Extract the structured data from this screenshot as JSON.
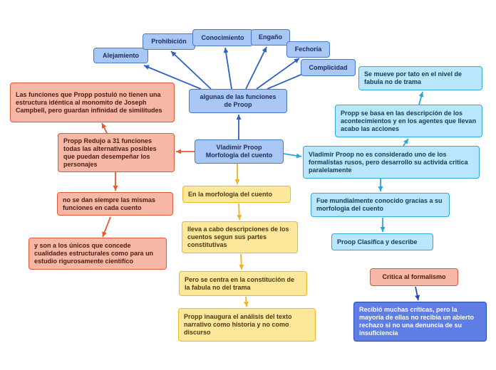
{
  "colors": {
    "blue_edge": "#2d5fc4",
    "cyan_edge": "#2aa7df",
    "salmon_edge": "#e55a2b",
    "yellow_edge": "#f1b224",
    "navy_edge": "#1f49b5"
  },
  "nodes": {
    "vladimir": "Vladimir Proop\nMorfologia del cuento",
    "algunas": "algunas de las funciones\nde  Proop",
    "alejamiento": "Alejamiento",
    "prohibicion": "Prohibición",
    "conocimiento": "Conocimiento",
    "engano": "Engaño",
    "fechoria": "Fechoria",
    "complicidad": "Complicidad",
    "las_funciones": "Las funciones que Propp postuló no tienen una estructura idéntica al monomito de Joseph Campbell, pero guardan infinidad de similitudes",
    "redujo": "Propp Redujo a 31 funciones todas las alternativas posibles que puedan desempeñar los personajes",
    "no_se_dan": "no se dan siempre las mismas funciones en cada cuento",
    "unicos": "y son a los únicos que concede cualidades estructurales como para un estudio rigurosamente cientifico",
    "morfologia": "En la morfologia del cuento",
    "lleva": "lleva a cabo descripciones de los cuentos segun sus partes constitutivas",
    "centra": "Pero se centra en la constitución de la fabula no del trama",
    "inaugura": "Propp inaugura el análisis del texto narrativo como historia y no como discurso",
    "mueve": "Se mueve por tato en el nivel de fabula no de trama",
    "basa": "Propp se basa en las descripción de los acontecimientos y en los agentes que llevan acabo las acciones",
    "no_considerado": "Vladimir Proop no es considerado uno de los formalistas rusos, pero  desarrollo su activida critica paralelamente",
    "conocido": "Fue mundialmente conocido gracias a su morfologia del cuento",
    "clasifica": "Proop Clasifica y describe",
    "critica": "Critica  al formalismo",
    "recibio": "Recibió muchas críticas, pero la mayoría de ellas no recibía un abierto rechazo si no una denuncia de su insuficiencia"
  }
}
